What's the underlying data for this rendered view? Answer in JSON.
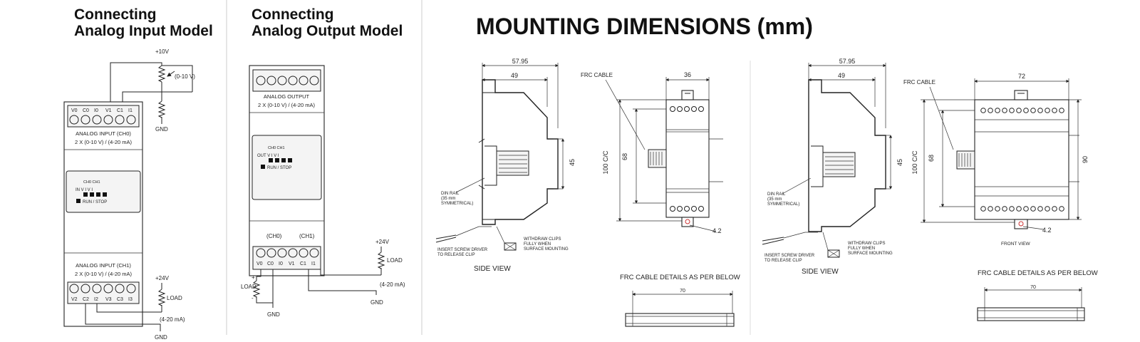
{
  "input_panel": {
    "title_line1": "Connecting",
    "title_line2": "Analog Input Model",
    "v10": "+10V",
    "range": "(0-10 V)",
    "gnd": "GND",
    "top_terms": [
      "V0",
      "C0",
      "I0",
      "V1",
      "C1",
      "I1"
    ],
    "top_label1": "ANALOG INPUT (CH0)",
    "top_label2": "2 X (0-10 V) / (4-20 mA)",
    "led_head": "CH0   CH1",
    "led_row": "IN  V  I  V  I",
    "run_stop": "RUN / STOP",
    "bot_label1": "ANALOG INPUT (CH1)",
    "bot_label2": "2 X (0-10 V) / (4-20 mA)",
    "bot_terms": [
      "V2",
      "C2",
      "I2",
      "V3",
      "C3",
      "I3"
    ],
    "v24": "+24V",
    "load": "LOAD",
    "ma": "(4-20 mA)",
    "gnd2": "GND"
  },
  "output_panel": {
    "title_line1": "Connecting",
    "title_line2": "Analog Output Model",
    "top_label1": "ANALOG OUTPUT",
    "top_label2": "2 X (0-10 V) / (4-20 mA)",
    "led_head": "CH0   CH1",
    "led_row": "OUT  V  I  V  I",
    "run_stop": "RUN / STOP",
    "ch0": "(CH0)",
    "ch1": "(CH1)",
    "terms": [
      "V0",
      "C0",
      "I0",
      "V1",
      "C1",
      "I1"
    ],
    "v24": "+24V",
    "load_right": "LOAD",
    "ma": "(4-20 mA)",
    "gnd_right": "GND",
    "load_left": "LOAD",
    "gnd_left": "GND"
  },
  "mounting": {
    "title": "MOUNTING DIMENSIONS (mm)",
    "left": {
      "dim_5795": "57.95",
      "dim_49": "49",
      "dim_45": "45",
      "din_rail": [
        "DIN RAIL",
        "(35 mm",
        "SYMMETRICAL)"
      ],
      "screw": [
        "INSERT SCREW DRIVER",
        "TO RELEASE CLIP"
      ],
      "withdraw": [
        "WITHDRAW CLIPS",
        "FULLY WHEN",
        "SURFACE MOUNTING"
      ],
      "side_view": "SIDE VIEW",
      "frc_cable": "FRC CABLE",
      "dim_36": "36",
      "dim_100": "100 C/C",
      "dim_68": "68",
      "dim_42": "4.2",
      "frc_details": "FRC CABLE DETAILS AS PER BELOW",
      "dim_70": "70"
    },
    "right": {
      "dim_5795": "57.95",
      "dim_49": "49",
      "dim_45": "45",
      "din_rail": [
        "DIN RAIL",
        "(35 mm",
        "SYMMETRICAL)"
      ],
      "screw": [
        "INSERT SCREW DRIVER",
        "TO RELEASE CLIP"
      ],
      "withdraw": [
        "WITHDRAW CLIPS",
        "FULLY WHEN",
        "SURFACE MOUNTING"
      ],
      "side_view": "SIDE VIEW",
      "frc_cable": "FRC CABLE",
      "dim_72": "72",
      "dim_100": "100 C/C",
      "dim_68": "68",
      "dim_90": "90",
      "dim_42": "4.2",
      "front_view": "FRONT VIEW",
      "frc_details": "FRC CABLE DETAILS AS PER BELOW",
      "dim_70": "70"
    }
  }
}
